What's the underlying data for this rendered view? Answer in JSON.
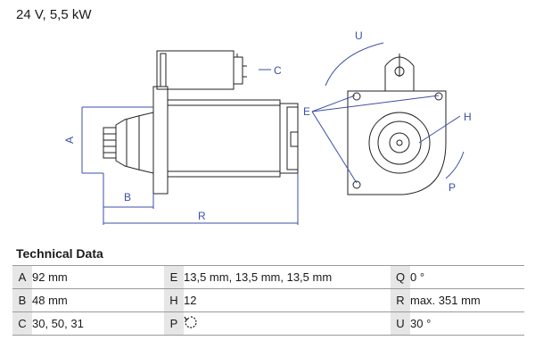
{
  "header": {
    "spec_line": "24 V, 5,5 kW"
  },
  "drawing": {
    "dimension_labels": {
      "A": "A",
      "B": "B",
      "R": "R",
      "C": "C",
      "E": "E",
      "H": "H",
      "P": "P",
      "U": "U"
    },
    "accent_color": "#3d4fa6"
  },
  "technical_data": {
    "title": "Technical Data",
    "rows": [
      [
        {
          "key": "A",
          "value": "92 mm"
        },
        {
          "key": "E",
          "value": "13,5 mm, 13,5 mm, 13,5 mm"
        },
        {
          "key": "Q",
          "value": "0 °"
        }
      ],
      [
        {
          "key": "B",
          "value": "48 mm"
        },
        {
          "key": "H",
          "value": "12"
        },
        {
          "key": "R",
          "value": "max. 351 mm"
        }
      ],
      [
        {
          "key": "C",
          "value": "30, 50, 31"
        },
        {
          "key": "P",
          "value": "",
          "icon": "rotation-direction-icon"
        },
        {
          "key": "U",
          "value": "30 °"
        }
      ]
    ]
  }
}
